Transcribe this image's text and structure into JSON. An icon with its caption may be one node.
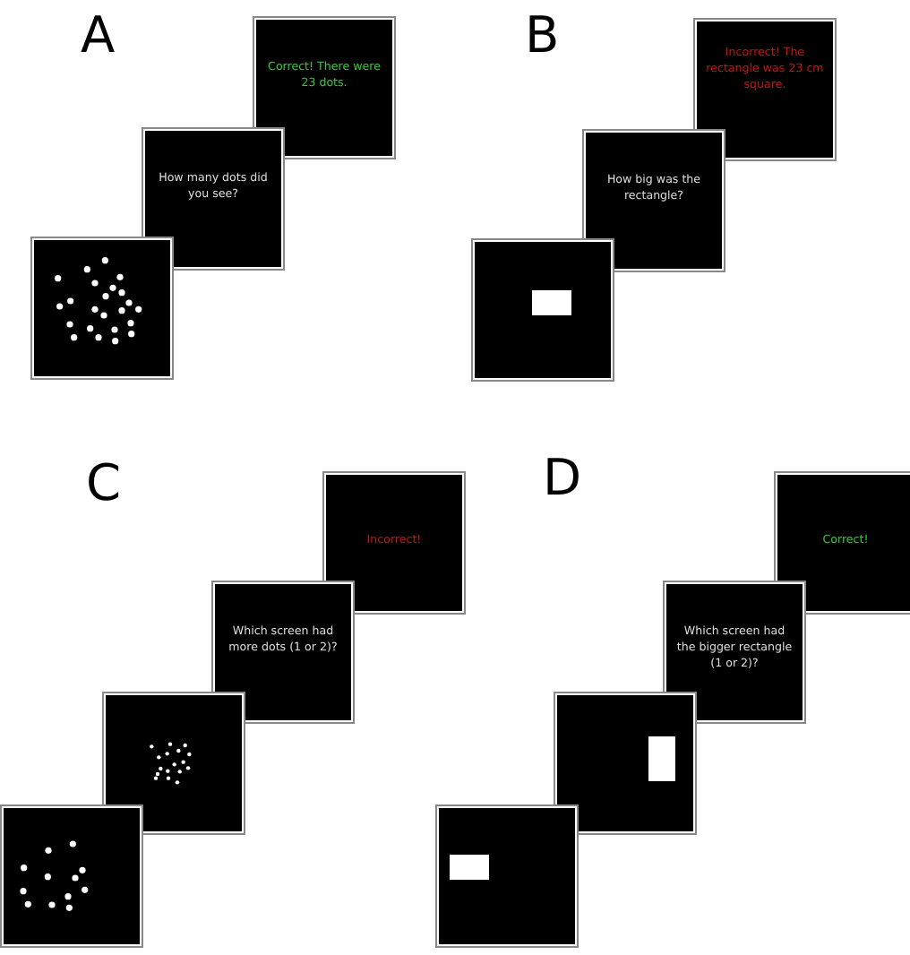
{
  "diagram": {
    "nodes": [
      {
        "text": [
          "Correct! There were 23 dots."
        ]
      },
      {
        "text": [
          "How many dots did you see?"
        ]
      },
      {
        "text": [],
        "shape": "box"
      },
      {
        "text": [
          "Incorrect! The rectangle was 23 cm square."
        ]
      },
      {
        "text": [
          "How big was the rectangle?"
        ]
      },
      {
        "text": [],
        "shape": "box"
      },
      {
        "text": [
          "Incorrect!"
        ]
      },
      {
        "text": [
          "Which screen had more dots (1 or 2)?"
        ]
      },
      {
        "text": [],
        "shape": "box"
      },
      {
        "text": [],
        "shape": "box"
      },
      {
        "text": [
          "Correct!"
        ]
      },
      {
        "text": [
          "Which screen had the bigger rectangle (1 or 2)?"
        ]
      },
      {
        "text": [],
        "shape": "box"
      },
      {
        "text": [],
        "shape": "box"
      }
    ],
    "labels": [
      "A",
      "B",
      "C",
      "D"
    ]
  }
}
